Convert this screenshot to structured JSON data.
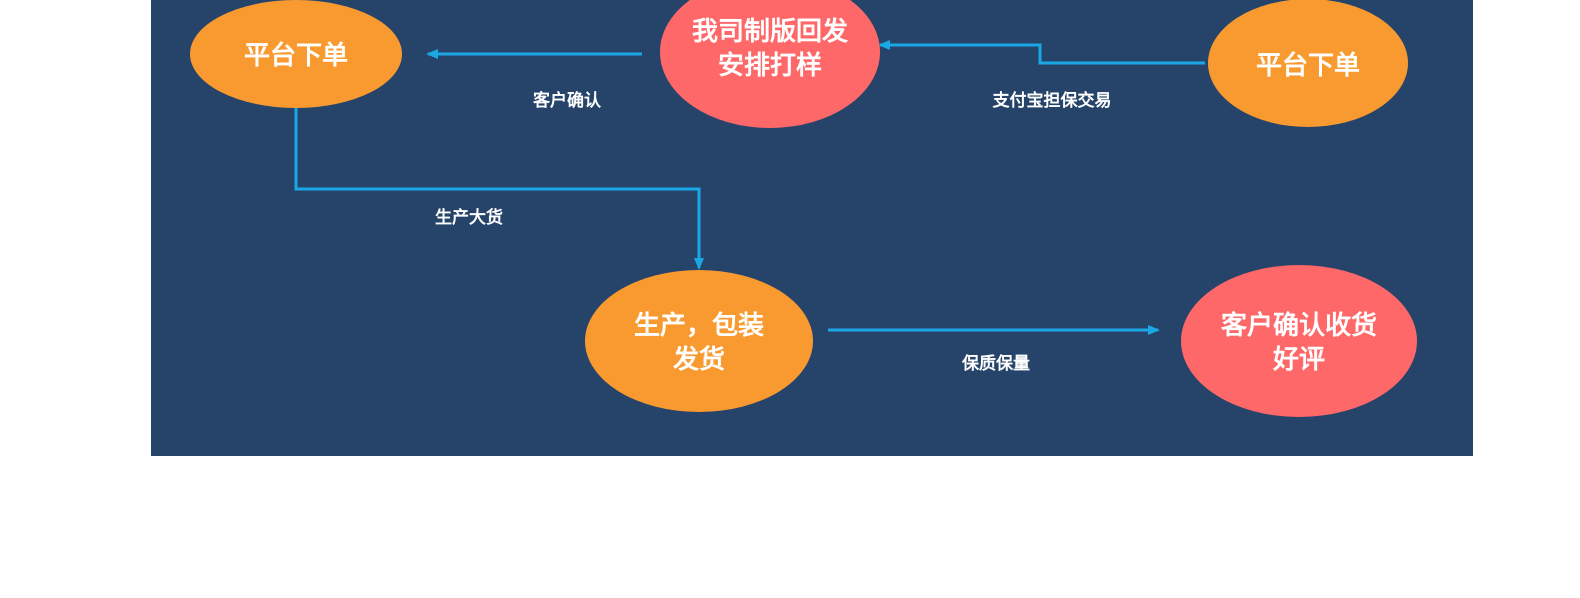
{
  "colors": {
    "background": "#26446a",
    "orange_node": "#f99a30",
    "red_node": "#ff6868",
    "arrow": "#1aa8e5",
    "text": "#ffffff"
  },
  "nodes": {
    "order_left": {
      "label": "平台下单"
    },
    "sample": {
      "line1": "我司制版回发",
      "line2": "安排打样"
    },
    "order_right": {
      "label": "平台下单"
    },
    "produce": {
      "line1": "生产，包装",
      "line2": "发货"
    },
    "confirm": {
      "line1": "客户确认收货",
      "line2": "好评"
    }
  },
  "edges": {
    "customer_confirm": "客户确认",
    "alipay": "支付宝担保交易",
    "mass_production": "生产大货",
    "quality": "保质保量"
  }
}
